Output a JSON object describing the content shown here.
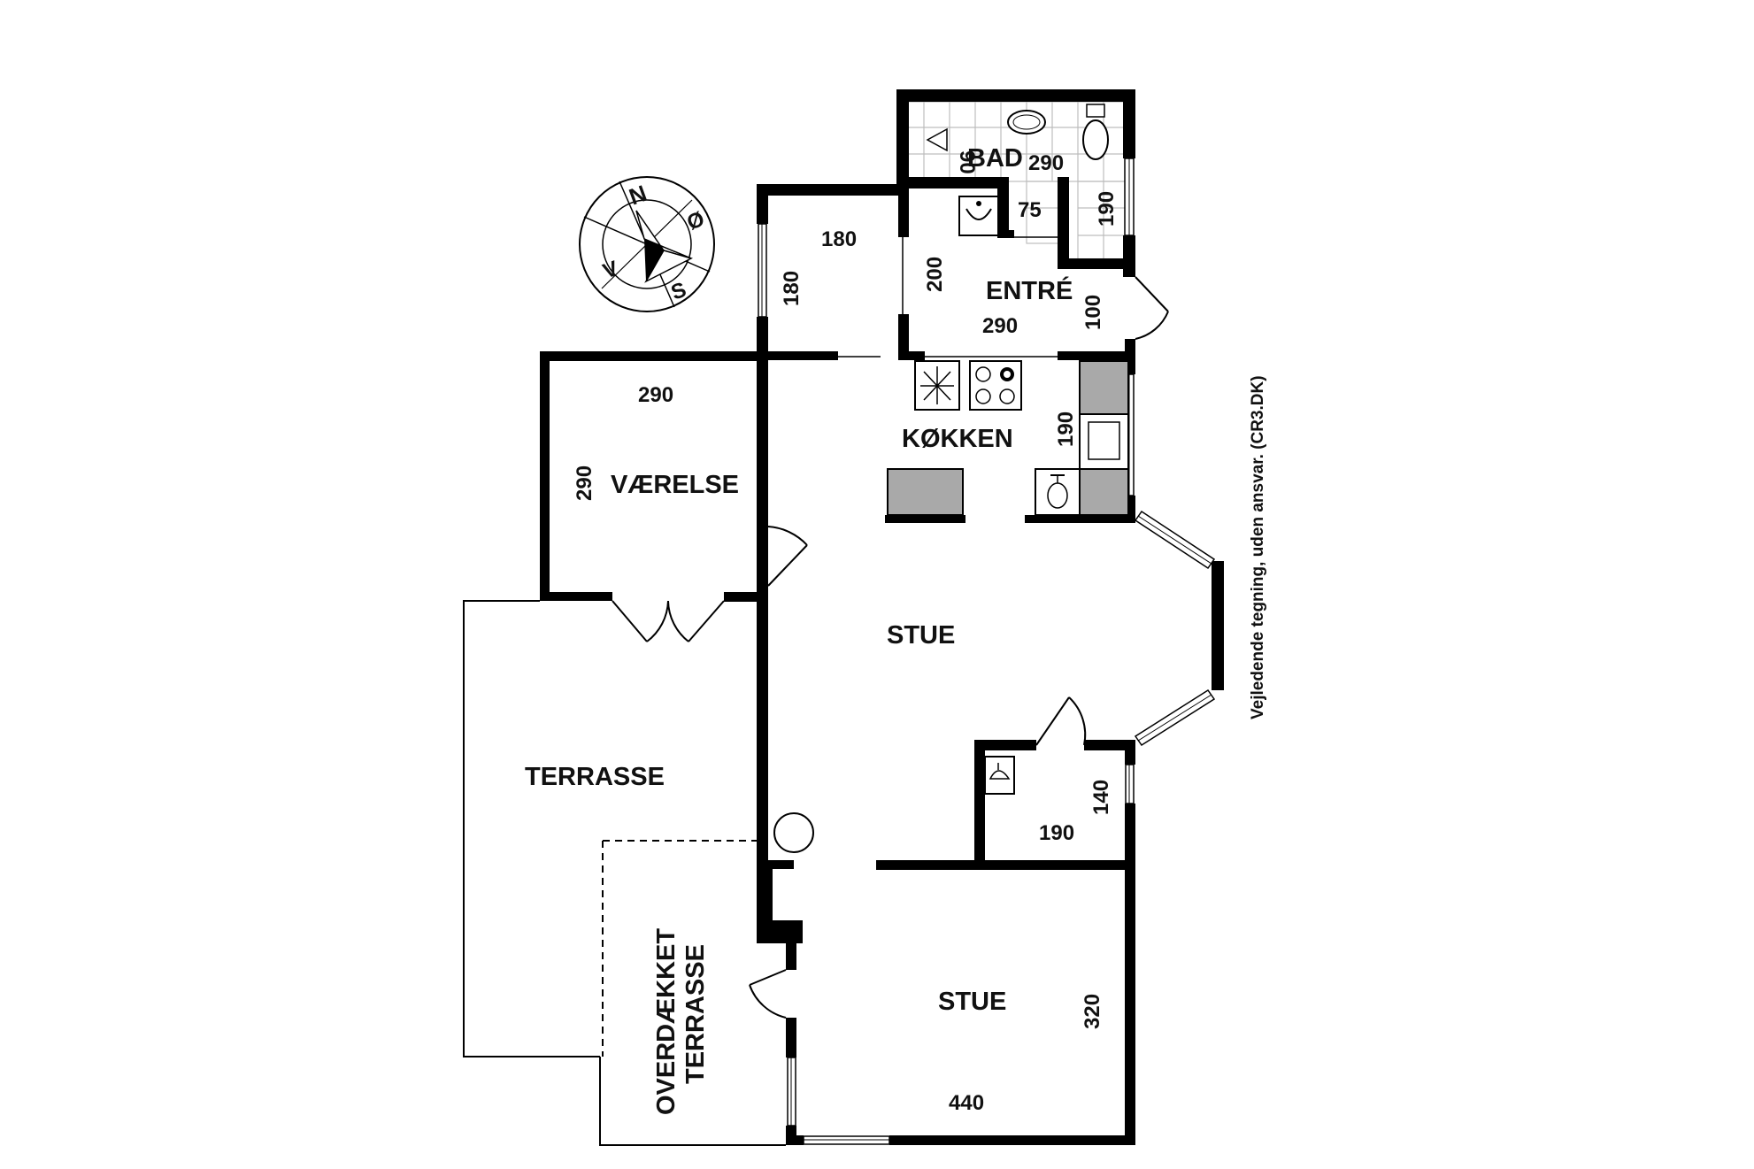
{
  "rooms": {
    "bad": "BAD",
    "entre": "ENTRÉ",
    "kokken": "KØKKEN",
    "vaerelse": "VÆRELSE",
    "stue_main": "STUE",
    "stue_lower": "STUE",
    "terrasse": "TERRASSE",
    "overdaekket_line1": "OVERDÆKKET",
    "overdaekket_line2": "TERRASSE"
  },
  "dimensions": {
    "bad_90": "90",
    "bad_290": "290",
    "bad_75": "75",
    "bad_190": "190",
    "room180_w": "180",
    "room180_h": "180",
    "entre_200": "200",
    "entre_290": "290",
    "entre_100": "100",
    "vaerelse_w": "290",
    "vaerelse_h": "290",
    "kokken_190": "190",
    "wc_140": "140",
    "wc_190": "190",
    "stue_320": "320",
    "stue_440": "440"
  },
  "compass": {
    "n": "N",
    "e": "Ø",
    "s": "S",
    "w": "V"
  },
  "disclaimer": "Vejledende tegning, uden ansvar. (CR3.DK)",
  "colors": {
    "wall": "#000000",
    "appliance": "#a9a9a9",
    "tile": "#bdbdbd"
  }
}
